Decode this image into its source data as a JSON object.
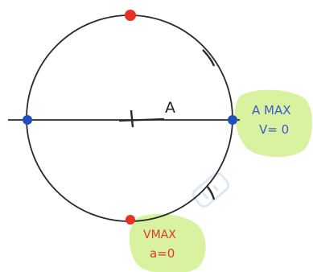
{
  "labels": {
    "radius": "A",
    "right_point_line1": "A MAX",
    "right_point_line2": "V= 0",
    "bottom_point_line1": "VMAX",
    "bottom_point_line2": "a=0"
  },
  "colors": {
    "circle": "#2a2a2a",
    "axis": "#2a2a2a",
    "red_point": "#e63222",
    "blue_point": "#1f4fbf",
    "highlight": "#d8f2a0",
    "right_label_text": "#3a5ad0",
    "bottom_label_text": "#e03a2a",
    "radius_label": "#222222"
  },
  "icons": {
    "watermark": "watermark-icon"
  }
}
